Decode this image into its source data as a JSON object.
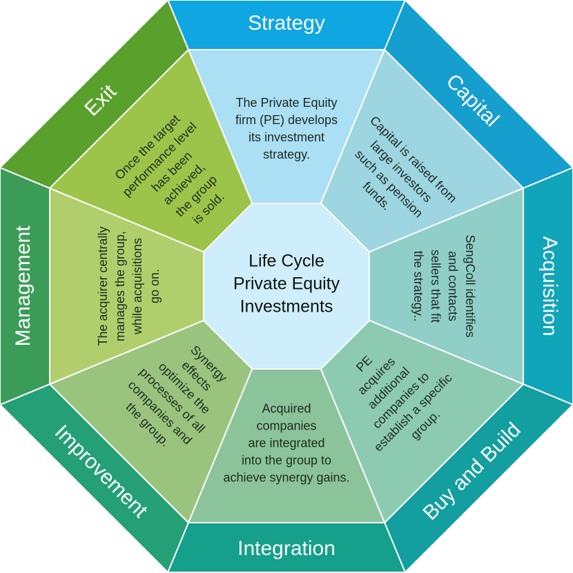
{
  "center_title": "Life Cycle\nPrivate Equity\nInvestments",
  "stages": [
    {
      "label": "Strategy",
      "text": "The Private Equity\nfirm (PE) develops\nits investment\nstrategy.",
      "band_color": "#0fa6e2",
      "sector_color": "#aadff4"
    },
    {
      "label": "Capital",
      "text": "Capital is raised from\nlarge investors\nsuch as pension\nfunds.",
      "band_color": "#169ecf",
      "sector_color": "#9dd5e1"
    },
    {
      "label": "Acquisition",
      "text": "SengColl identifies\nand contacts\nsellers that fit\nthe strategy..",
      "band_color": "#10a5b8",
      "sector_color": "#8fcfc8"
    },
    {
      "label": "Buy and Build",
      "text": "PE\nacquires\nadditional\ncompanies to\nestablish a specific\ngroup.",
      "band_color": "#139f9f",
      "sector_color": "#8ccbb1"
    },
    {
      "label": "Integration",
      "text": "Acquired\ncompanies\nare integrated\ninto the group to\nachieve synergy gains.",
      "band_color": "#14a08a",
      "sector_color": "#8bc49a"
    },
    {
      "label": "Improvement",
      "text": "Synergy\neffects\noptimize the\nprocesses of all\ncompanies and\nthe group.",
      "band_color": "#25a076",
      "sector_color": "#9ac47d"
    },
    {
      "label": "Management",
      "text": "The acquirer centrally\nmanages the group,\nwhile acquisitions\ngo on.",
      "band_color": "#3b9c58",
      "sector_color": "#b0cf6c"
    },
    {
      "label": "Exit",
      "text": "Once the target\nperformance level\nhas been\nachieved,\nthe group\nis sold.",
      "band_color": "#5aa02c",
      "sector_color": "#9dc44a"
    }
  ],
  "center_color": "#cdeefa"
}
